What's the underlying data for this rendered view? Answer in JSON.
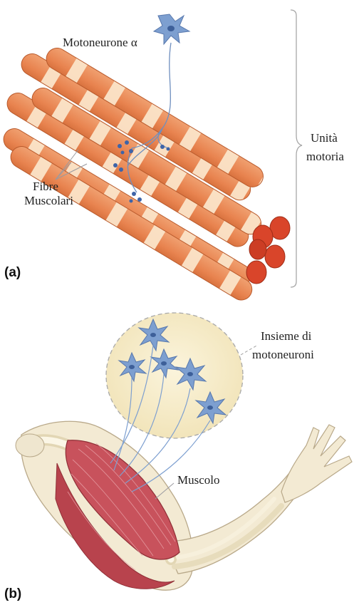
{
  "panel_a": {
    "tag": "(a)",
    "neuron_label": "Motoneurone α",
    "fibres_label_line1": "Fibre",
    "fibres_label_line2": "Muscolari",
    "unit_label_line1": "Unità",
    "unit_label_line2": "motoria"
  },
  "panel_b": {
    "tag": "(b)",
    "pool_label_line1": "Insieme di",
    "pool_label_line2": "motoneuroni",
    "muscle_label": "Muscolo"
  },
  "colors": {
    "fibre_orange": "#e8834f",
    "fibre_stripe": "#fbe3c8",
    "fibre_end": "#d9452a",
    "neuron_blue": "#7d9fd0",
    "pool_fill": "#f6ecc8",
    "bone": "#efe6cf",
    "muscle_red": "#c8525c"
  }
}
